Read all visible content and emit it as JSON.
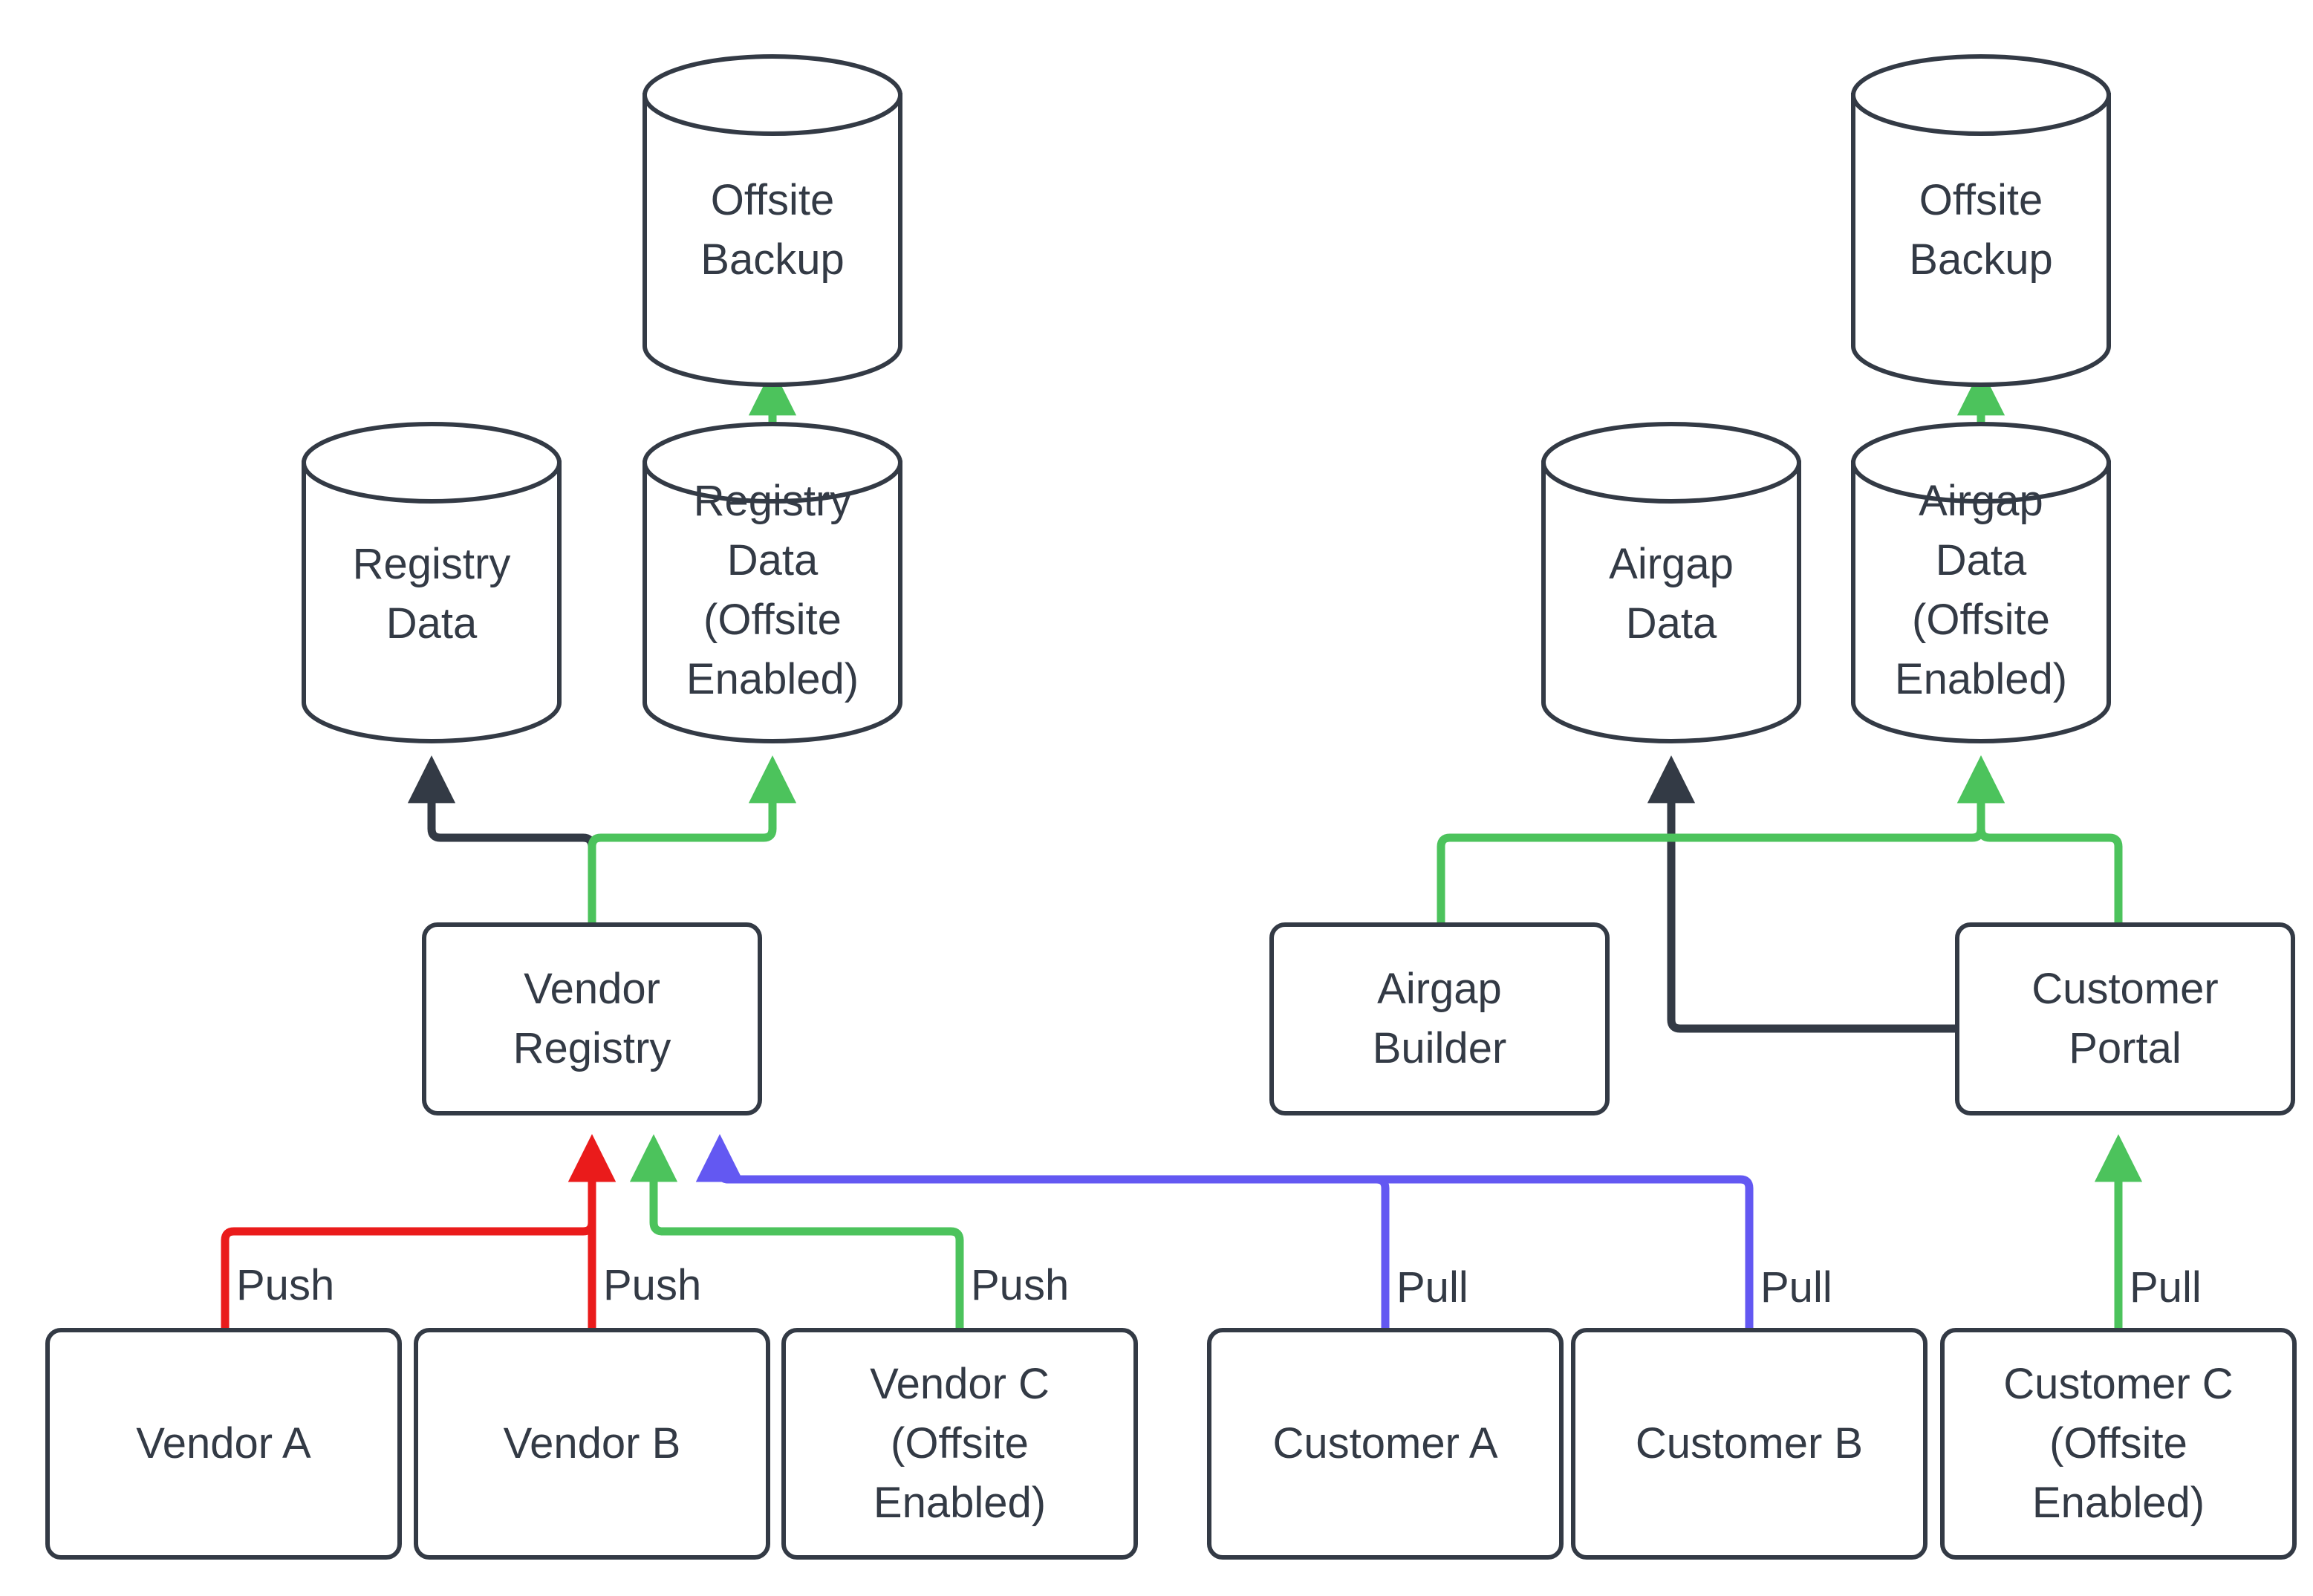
{
  "diagram": {
    "type": "flowchart",
    "title": "",
    "colors": {
      "stroke": "#333a45",
      "background": "#ffffff",
      "text": "#333a45",
      "edge_green": "#4cc35c",
      "edge_red": "#ea1b1b",
      "edge_blue": "#6358f2",
      "edge_dark": "#333a45"
    },
    "nodes": [
      {
        "id": "offsite_backup_left",
        "label": "Offsite\nBackup",
        "shape": "cylinder"
      },
      {
        "id": "offsite_backup_right",
        "label": "Offsite\nBackup",
        "shape": "cylinder"
      },
      {
        "id": "registry_data",
        "label": "Registry\nData",
        "shape": "cylinder"
      },
      {
        "id": "registry_data_offsite",
        "label": "Registry\nData\n(Offsite\nEnabled)",
        "shape": "cylinder"
      },
      {
        "id": "airgap_data",
        "label": "Airgap\nData",
        "shape": "cylinder"
      },
      {
        "id": "airgap_data_offsite",
        "label": "Airgap\nData\n(Offsite\nEnabled)",
        "shape": "cylinder"
      },
      {
        "id": "vendor_registry",
        "label": "Vendor\nRegistry",
        "shape": "box"
      },
      {
        "id": "airgap_builder",
        "label": "Airgap\nBuilder",
        "shape": "box"
      },
      {
        "id": "customer_portal",
        "label": "Customer\nPortal",
        "shape": "box"
      },
      {
        "id": "vendor_a",
        "label": "Vendor A",
        "shape": "box"
      },
      {
        "id": "vendor_b",
        "label": "Vendor B",
        "shape": "box"
      },
      {
        "id": "vendor_c",
        "label": "Vendor C\n(Offsite\nEnabled)",
        "shape": "box"
      },
      {
        "id": "customer_a",
        "label": "Customer A",
        "shape": "box"
      },
      {
        "id": "customer_b",
        "label": "Customer B",
        "shape": "box"
      },
      {
        "id": "customer_c",
        "label": "Customer C\n(Offsite\nEnabled)",
        "shape": "box"
      }
    ],
    "edge_labels": [
      {
        "id": "push_a",
        "text": "Push",
        "color": "#ea1b1b"
      },
      {
        "id": "push_b",
        "text": "Push",
        "color": "#ea1b1b"
      },
      {
        "id": "push_c",
        "text": "Push",
        "color": "#4cc35c"
      },
      {
        "id": "pull_a",
        "text": "Pull",
        "color": "#6358f2"
      },
      {
        "id": "pull_b",
        "text": "Pull",
        "color": "#6358f2"
      },
      {
        "id": "pull_c",
        "text": "Pull",
        "color": "#4cc35c"
      }
    ],
    "edges": [
      {
        "from": "vendor_a",
        "to": "vendor_registry",
        "label": "Push",
        "color": "#ea1b1b"
      },
      {
        "from": "vendor_b",
        "to": "vendor_registry",
        "label": "Push",
        "color": "#ea1b1b"
      },
      {
        "from": "vendor_c",
        "to": "vendor_registry",
        "label": "Push",
        "color": "#4cc35c"
      },
      {
        "from": "customer_a",
        "to": "vendor_registry",
        "label": "Pull",
        "color": "#6358f2"
      },
      {
        "from": "customer_b",
        "to": "vendor_registry",
        "label": "Pull",
        "color": "#6358f2"
      },
      {
        "from": "customer_c",
        "to": "customer_portal",
        "label": "Pull",
        "color": "#4cc35c"
      },
      {
        "from": "vendor_registry",
        "to": "registry_data",
        "label": "",
        "color": "#333a45"
      },
      {
        "from": "vendor_registry",
        "to": "registry_data_offsite",
        "label": "",
        "color": "#4cc35c"
      },
      {
        "from": "registry_data_offsite",
        "to": "offsite_backup_left",
        "label": "",
        "color": "#4cc35c"
      },
      {
        "from": "customer_portal",
        "to": "airgap_data",
        "label": "",
        "color": "#333a45"
      },
      {
        "from": "airgap_builder",
        "to": "airgap_data_offsite",
        "label": "",
        "color": "#4cc35c"
      },
      {
        "from": "customer_portal",
        "to": "airgap_data_offsite",
        "label": "",
        "color": "#4cc35c"
      },
      {
        "from": "airgap_data_offsite",
        "to": "offsite_backup_right",
        "label": "",
        "color": "#4cc35c"
      }
    ]
  }
}
